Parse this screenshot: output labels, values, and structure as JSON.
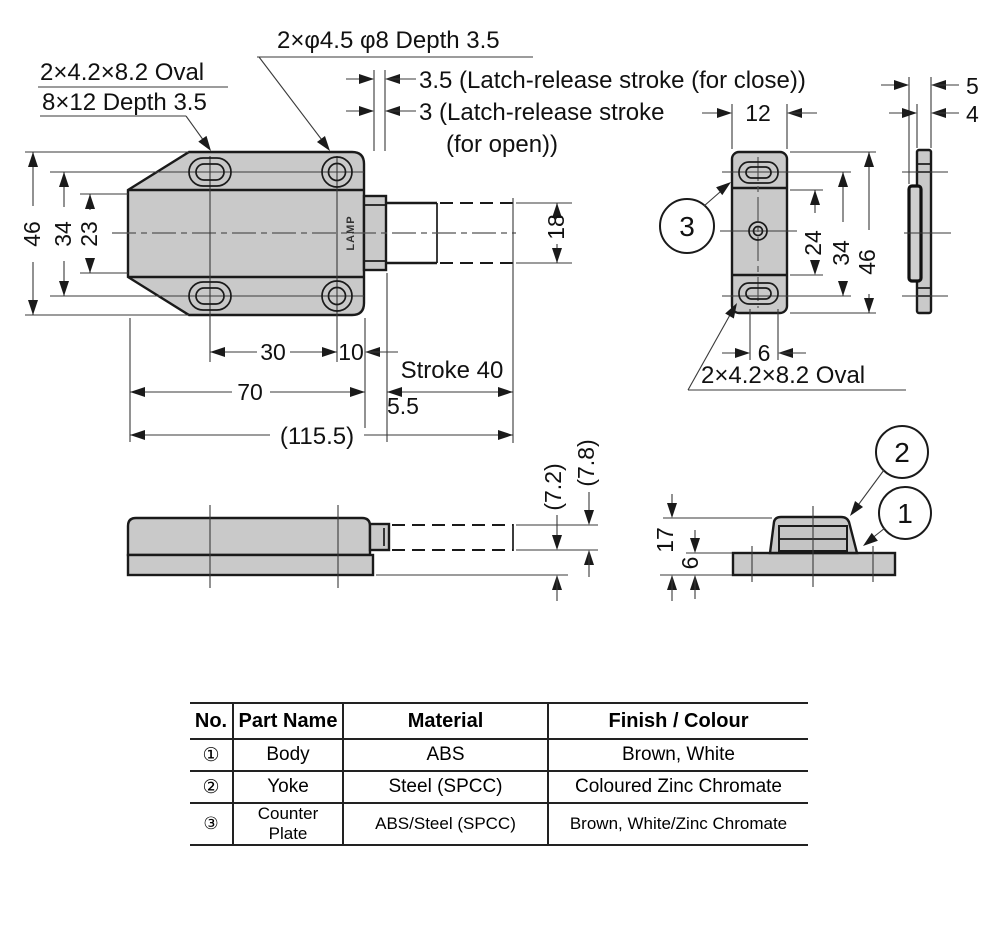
{
  "drawing": {
    "callouts": {
      "oval_front_line1": "2×4.2×8.2 Oval",
      "oval_front_line2": "8×12 Depth 3.5",
      "holes_top": "2×φ4.5 φ8 Depth 3.5",
      "stroke_close": "3.5 (Latch-release stroke (for close))",
      "stroke_open_1": "3 (Latch-release stroke",
      "stroke_open_2": "(for open))",
      "stroke_total": "Stroke 40",
      "oval_plate": "2×4.2×8.2 Oval",
      "brand": "LAMP"
    },
    "dims": {
      "front_height": "46",
      "front_hole_span": "34",
      "front_body_height": "23",
      "front_hole_pitch": "30",
      "front_edge_offset": "10",
      "front_length": "70",
      "front_gap": "5.5",
      "front_total": "(115.5)",
      "rod_height": "18",
      "plate_width": "12",
      "plate_mid": "24",
      "plate_hole_span": "34",
      "plate_height": "46",
      "plate_hole_offset": "6",
      "plate_thickness": "5",
      "plate_body_thickness": "4",
      "side_rod_lower": "(7.2)",
      "side_rod_upper": "(7.8)",
      "section_height": "17",
      "section_base": "6"
    },
    "balloons": {
      "body": "1",
      "yoke": "2",
      "counter_plate": "3"
    }
  },
  "table": {
    "headers": [
      "No.",
      "Part Name",
      "Material",
      "Finish / Colour"
    ],
    "rows": [
      {
        "no": "①",
        "part": "Body",
        "material": "ABS",
        "finish": "Brown, White"
      },
      {
        "no": "②",
        "part": "Yoke",
        "material": "Steel (SPCC)",
        "finish": "Coloured Zinc Chromate"
      },
      {
        "no": "③",
        "part": "Counter Plate",
        "material": "ABS/Steel (SPCC)",
        "finish": "Brown, White/Zinc Chromate"
      }
    ]
  },
  "colors": {
    "part_fill": "#c9c9c9",
    "line": "#1a1a1a"
  }
}
